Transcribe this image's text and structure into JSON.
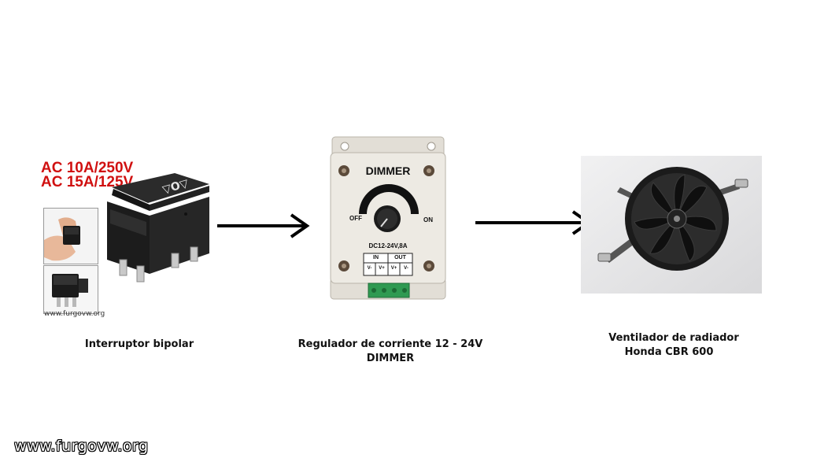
{
  "switch": {
    "rating_line1": "AC 10A/250V",
    "rating_line2": "AC 15A/125V",
    "thumb_watermark": "www.furgovw.org",
    "caption": "Interruptor bipolar"
  },
  "dimmer": {
    "label": "DIMMER",
    "off_label": "OFF",
    "on_label": "ON",
    "spec": "DC12-24V,8A",
    "in_label": "IN",
    "out_label": "OUT",
    "terminals": [
      "V-",
      "V+",
      "V+",
      "V-"
    ],
    "caption_line1": "Regulador de corriente 12 - 24V",
    "caption_line2": "DIMMER"
  },
  "fan": {
    "caption_line1": "Ventilador de radiador",
    "caption_line2": "Honda CBR 600"
  },
  "footer": {
    "site": "www.furgovw.org"
  }
}
